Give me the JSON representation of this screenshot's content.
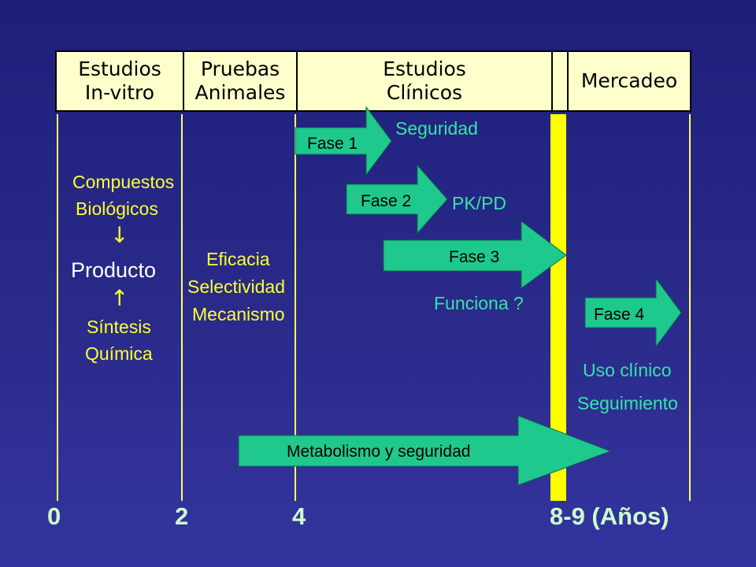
{
  "header": {
    "col1": "Estudios\nIn-vitro",
    "col2": "Pruebas\nAnimales",
    "col3": "Estudios\nClínicos",
    "col4": "Mercadeo"
  },
  "column1": {
    "compuestos": "Compuestos",
    "biologicos": "Biológicos",
    "arrow_down": "↓",
    "producto": "Producto",
    "arrow_up": "↑",
    "sintesis": "Síntesis",
    "quimica": "Química"
  },
  "column2": {
    "eficacia": "Eficacia",
    "selectividad": "Selectividad",
    "mecanismo": "Mecanismo"
  },
  "phases": {
    "fase1": "Fase 1",
    "fase2": "Fase 2",
    "fase3": "Fase 3",
    "fase4": "Fase 4",
    "seguridad": "Seguridad",
    "pkpd": "PK/PD",
    "funciona": "Funciona ?",
    "uso_clinico": "Uso clínico",
    "seguimiento": "Seguimiento",
    "metabolismo": "Metabolismo y seguridad"
  },
  "axis": {
    "t0": "0",
    "t2": "2",
    "t4": "4",
    "t89": "8-9 (Años)"
  },
  "colors": {
    "background": "#2a2a8a",
    "arrow_fill": "#1fc88c",
    "header_fill": "#ffffcc",
    "text_yellow": "#ffff33",
    "band_yellow": "#ffff00"
  }
}
